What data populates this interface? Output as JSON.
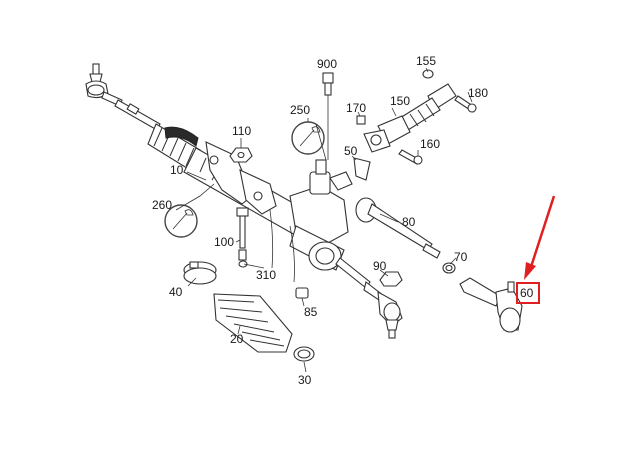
{
  "part_labels": [
    {
      "id": "900",
      "text": "900"
    },
    {
      "id": "155",
      "text": "155"
    },
    {
      "id": "180",
      "text": "180"
    },
    {
      "id": "250",
      "text": "250"
    },
    {
      "id": "170",
      "text": "170"
    },
    {
      "id": "150",
      "text": "150"
    },
    {
      "id": "110",
      "text": "110"
    },
    {
      "id": "160",
      "text": "160"
    },
    {
      "id": "50",
      "text": "50"
    },
    {
      "id": "10",
      "text": "10"
    },
    {
      "id": "260",
      "text": "260"
    },
    {
      "id": "80",
      "text": "80"
    },
    {
      "id": "100",
      "text": "100"
    },
    {
      "id": "310",
      "text": "310"
    },
    {
      "id": "70",
      "text": "70"
    },
    {
      "id": "90",
      "text": "90"
    },
    {
      "id": "40",
      "text": "40"
    },
    {
      "id": "85",
      "text": "85"
    },
    {
      "id": "60",
      "text": "60"
    },
    {
      "id": "20",
      "text": "20"
    },
    {
      "id": "30",
      "text": "30"
    }
  ],
  "highlighted_part": "60",
  "colors": {
    "highlight": "#e02020",
    "line": "#333333",
    "background": "#ffffff"
  }
}
